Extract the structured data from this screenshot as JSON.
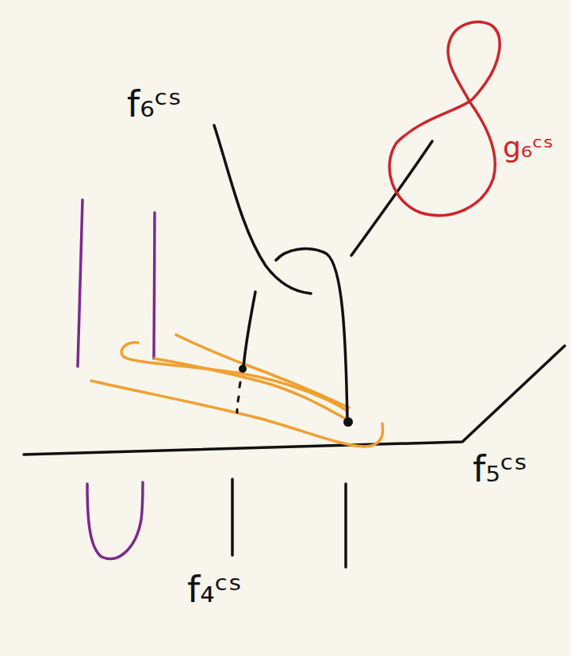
{
  "diagram": {
    "labels": [
      "f₆ᶜˢ",
      "g₆ᶜˢ",
      "f₅ᶜˢ",
      "f₄ᶜˢ"
    ]
  }
}
